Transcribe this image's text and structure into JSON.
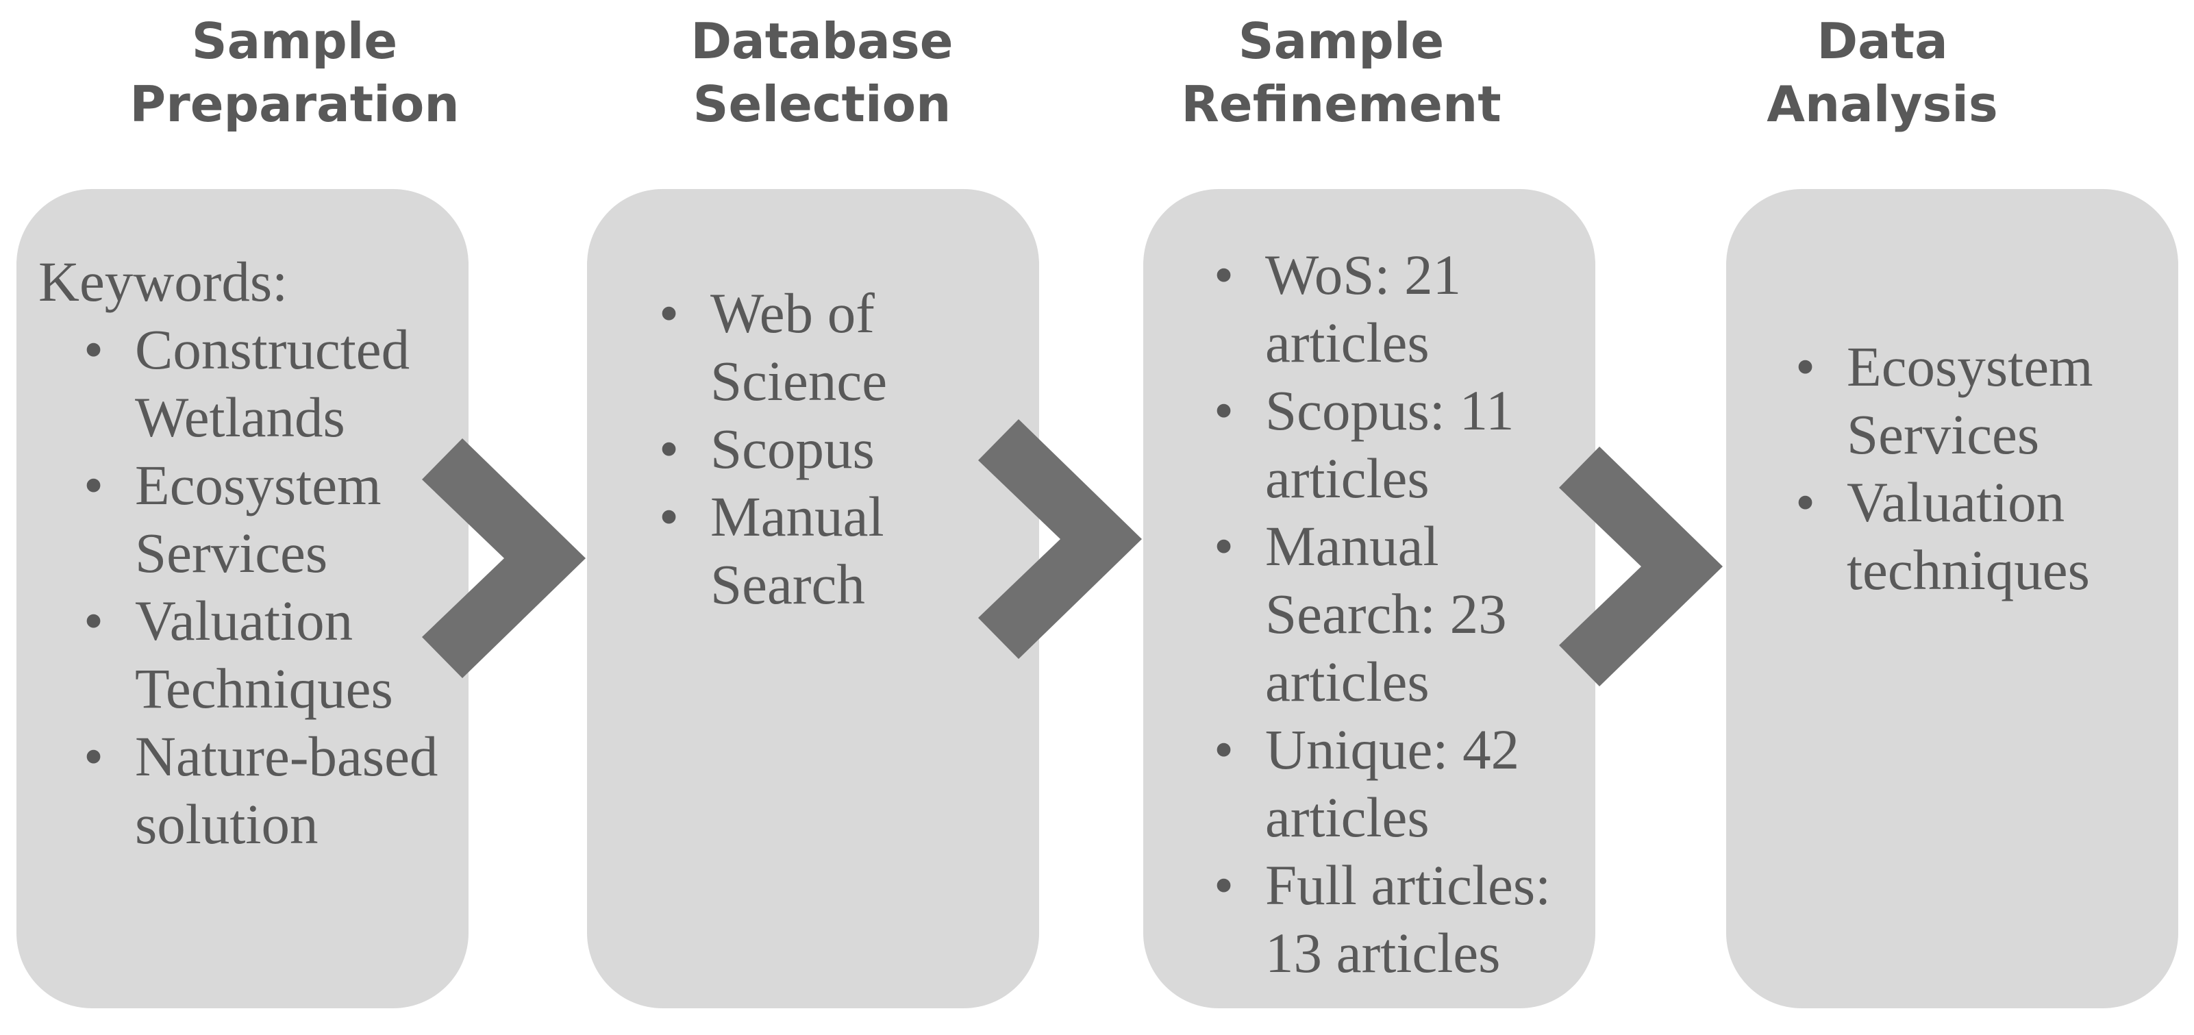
{
  "stages": [
    {
      "title_lines": [
        "Sample",
        "Preparation"
      ],
      "intro": "Keywords:",
      "items": [
        [
          "Constructed",
          "Wetlands"
        ],
        [
          "Ecosystem",
          "Services"
        ],
        [
          "Valuation",
          "Techniques"
        ],
        [
          "Nature-based",
          "solution"
        ]
      ]
    },
    {
      "title_lines": [
        "Database",
        "Selection"
      ],
      "items": [
        [
          "Web of",
          "Science"
        ],
        [
          "Scopus"
        ],
        [
          "Manual",
          "Search"
        ]
      ]
    },
    {
      "title_lines": [
        "Sample",
        "Refinement"
      ],
      "items": [
        [
          "WoS: 21",
          "articles"
        ],
        [
          "Scopus: 11",
          "articles"
        ],
        [
          "Manual",
          "Search: 23",
          "articles"
        ],
        [
          "Unique: 42",
          "articles"
        ],
        [
          "Full articles:",
          "13 articles"
        ]
      ]
    },
    {
      "title_lines": [
        "Data",
        "Analysis"
      ],
      "items": [
        [
          "Ecosystem",
          "Services"
        ],
        [
          "Valuation",
          "techniques"
        ]
      ]
    }
  ],
  "colors": {
    "card_fill": "#d9d9d9",
    "text": "#595959",
    "arrow": "#707070"
  },
  "icons": {
    "bullet": "bullet-dot",
    "connector": "chevron-right-icon"
  }
}
